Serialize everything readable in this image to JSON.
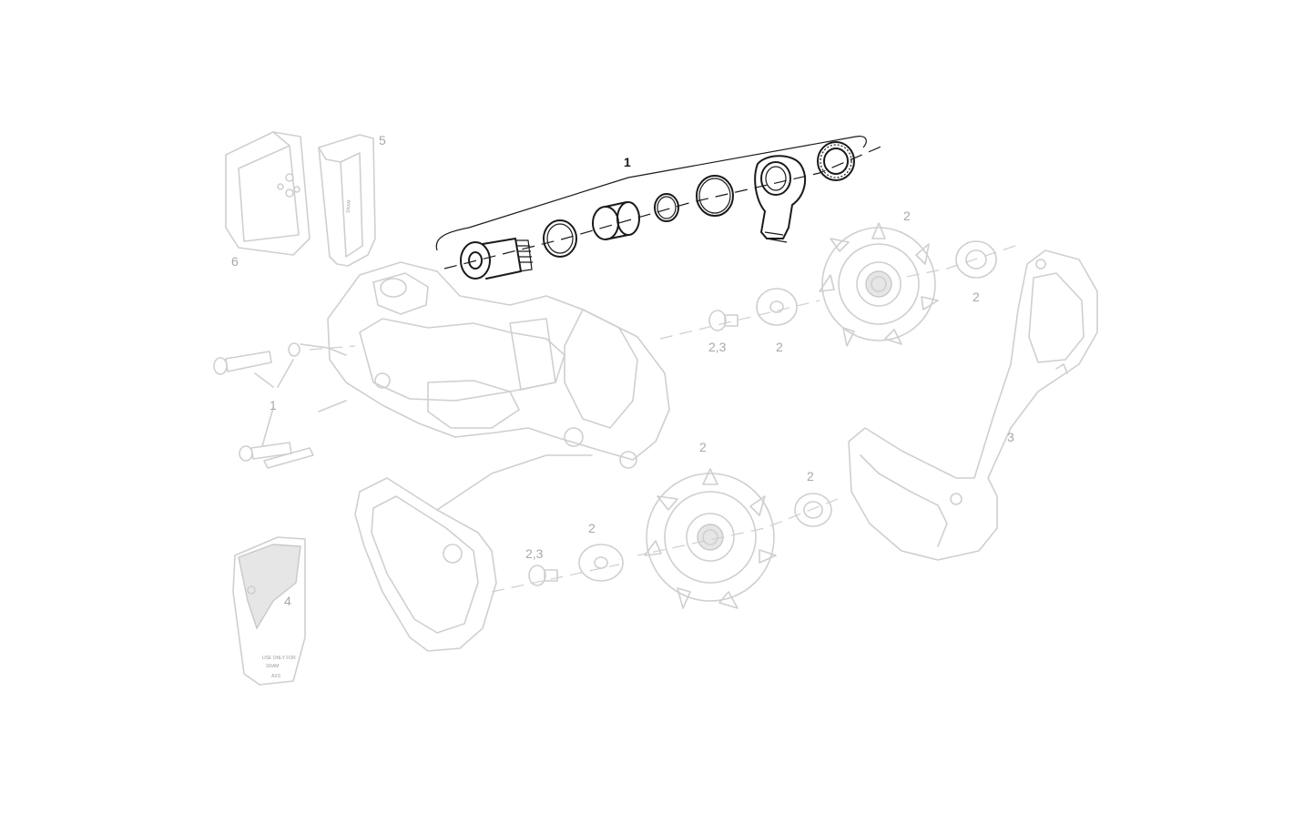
{
  "callouts": {
    "c1_top": "1",
    "c1_left": "1",
    "c2_a": "2",
    "c2_b": "2",
    "c2_c": "2",
    "c2_d": "2",
    "c2_e": "2",
    "c2_f": "2",
    "c23_a": "2,3",
    "c23_b": "2,3",
    "c3": "3",
    "c4": "4",
    "c5": "5",
    "c6": "6"
  },
  "cage_label": "SRAM",
  "gauge": {
    "brand": "SRAM",
    "small_text": "USE ONLY FOR",
    "badge": "AXS"
  },
  "colors": {
    "highlight": "#1a1a1a",
    "ghost": "#cfcfcf",
    "background": "#ffffff"
  }
}
